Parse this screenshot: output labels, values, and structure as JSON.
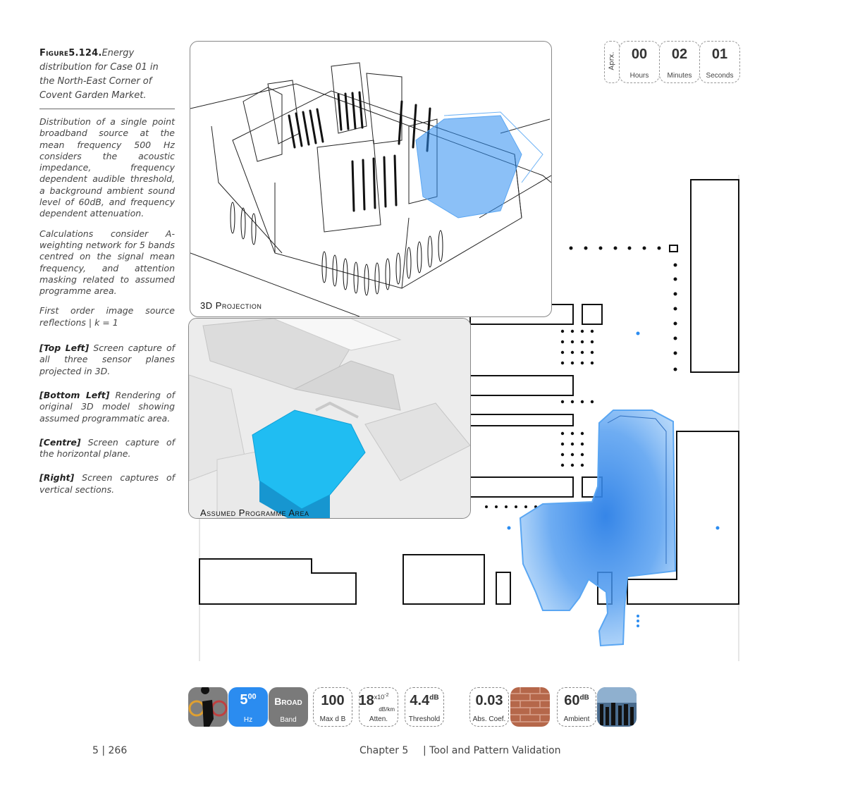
{
  "figure": {
    "label": "Figure5.124.",
    "caption": "Energy distribution for Case 01 in the North-East Corner of Covent Garden Market."
  },
  "description": {
    "p1": "Distribution of a single point broadband source at the mean frequency 500 Hz considers the acoustic impedance, frequency dependent audible threshold, a background ambient sound level of 60dB, and frequency dependent attenuation.",
    "p2": "Calculations consider A-weighting network for 5 bands centred on the signal mean frequency, and attention masking related to assumed programme area.",
    "p3": "First order image source reflections | k = 1",
    "notes": [
      {
        "key": "[Top Left]",
        "text": "Screen capture of all three sensor planes projected in 3D."
      },
      {
        "key": "[Bottom Left]",
        "text": "Rendering of original 3D model showing assumed programmatic area."
      },
      {
        "key": "[Centre]",
        "text": "Screen capture of the horizontal plane."
      },
      {
        "key": "[Right]",
        "text": "Screen captures of vertical sections."
      }
    ]
  },
  "panels": {
    "projection_label": "3D Projection",
    "programme_label": "Assumed Programme Area"
  },
  "timer": {
    "approx_label": "Aprx.",
    "hours": {
      "value": "00",
      "label": "Hours"
    },
    "minutes": {
      "value": "02",
      "label": "Minutes"
    },
    "seconds": {
      "value": "01",
      "label": "Seconds"
    }
  },
  "parameters": {
    "frequency": {
      "value": "5",
      "sup": "00",
      "unit": "Hz"
    },
    "band": {
      "value": "Broad",
      "label": "Band"
    },
    "max_db": {
      "value": "100",
      "label": "Max d B"
    },
    "attenuation": {
      "value": "18",
      "sup": "x10",
      "sup2": "-2",
      "unit": "dB/km",
      "label": "Atten."
    },
    "threshold": {
      "value": "4.4",
      "sup": "dB",
      "label": "Threshold"
    },
    "absorption": {
      "value": "0.03",
      "label": "Abs. Coef."
    },
    "ambient": {
      "value": "60",
      "sup": "dB",
      "label": "Ambient"
    }
  },
  "colors": {
    "accent_blue": "#2b8cf0",
    "tile_grey": "#7a7a7a",
    "brick": "#b5674a"
  },
  "footer": {
    "page": "5 | 266",
    "chapter": "Chapter 5",
    "section": "| Tool and Pattern Validation"
  }
}
